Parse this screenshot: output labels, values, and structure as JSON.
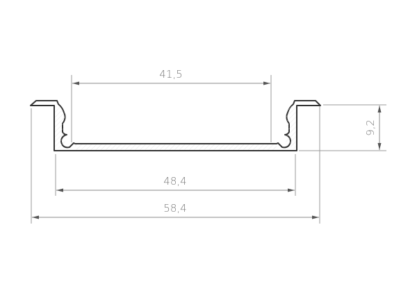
{
  "drawing": {
    "type": "profile-cross-section",
    "units": "mm",
    "colors": {
      "profile_stroke": "#333333",
      "dimension": "#8a8a8a",
      "text": "#7a7a7a",
      "background": "#ffffff"
    },
    "dimensions": {
      "inner_top_width": "41,5",
      "inner_bottom_width": "48,4",
      "overall_width": "58,4",
      "height": "9,2"
    }
  }
}
